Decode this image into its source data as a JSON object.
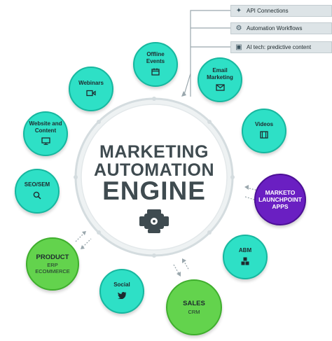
{
  "engine": {
    "line1": "MARKETING",
    "line2": "AUTOMATION",
    "line3": "ENGINE",
    "icon": "engine-icon"
  },
  "tech_boxes": [
    {
      "label": "API Connections",
      "icon": "wand-icon"
    },
    {
      "label": "Automation Workflows",
      "icon": "gears-icon"
    },
    {
      "label": "AI tech: predictive content",
      "icon": "chip-icon"
    }
  ],
  "nodes": {
    "offline_events": {
      "label": "Offline Events",
      "icon": "calendar-icon"
    },
    "email_marketing": {
      "label": "Email Marketing",
      "icon": "envelope-icon"
    },
    "webinars": {
      "label": "Webinars",
      "icon": "video-camera-icon"
    },
    "videos": {
      "label": "Videos",
      "icon": "film-icon"
    },
    "website_content": {
      "label": "Website and Content",
      "icon": "monitor-icon"
    },
    "seo_sem": {
      "label": "SEO/SEM",
      "icon": "search-icon"
    },
    "marketo": {
      "label": "MARKETO LAUNCHPOINT APPS"
    },
    "product": {
      "label": "PRODUCT",
      "sub1": "ERP",
      "sub2": "ECOMMERCE"
    },
    "abm": {
      "label": "ABM",
      "icon": "blocks-icon"
    },
    "social": {
      "label": "Social",
      "icon": "twitter-icon"
    },
    "sales": {
      "label": "SALES",
      "sub1": "CRM"
    }
  },
  "colors": {
    "teal": "#2ee0c6",
    "green": "#63d34d",
    "purple": "#6a1fc2",
    "engine_text": "#3f4b50"
  }
}
